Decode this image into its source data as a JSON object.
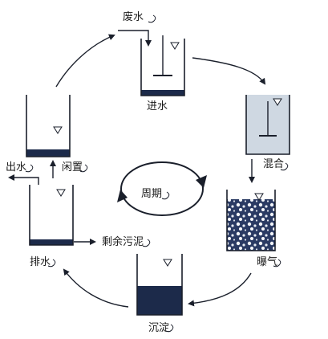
{
  "diagram": {
    "influent": "废水",
    "stages": {
      "fill": "进水",
      "mix": "混合",
      "aerate": "曝气",
      "settle": "沉淀",
      "drain": "排水",
      "idle": "闲置"
    },
    "effluent": "出水",
    "sludge": "剩余污泥",
    "cycle": "周期"
  },
  "colors": {
    "ink": "#1a1f2b",
    "water_light": "#cfd8e2",
    "sludge_dark": "#1c2a4a"
  }
}
